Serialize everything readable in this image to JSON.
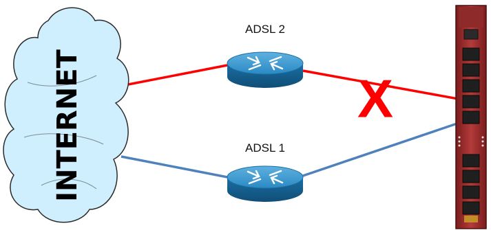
{
  "cloud": {
    "label": "INTERNET",
    "color": "#cfefff",
    "stroke": "#2a2a2a"
  },
  "links": {
    "adsl2": {
      "label": "ADSL 2",
      "color": "#ff0000",
      "status": "down",
      "mark": "X"
    },
    "adsl1": {
      "label": "ADSL 1",
      "color": "#4f81bd",
      "status": "up"
    }
  },
  "devices": {
    "modem": {
      "icon": "router-icon",
      "color": "#1f7fb6"
    },
    "router": {
      "icon": "rack-router-icon",
      "color": "#a52a2a"
    }
  }
}
